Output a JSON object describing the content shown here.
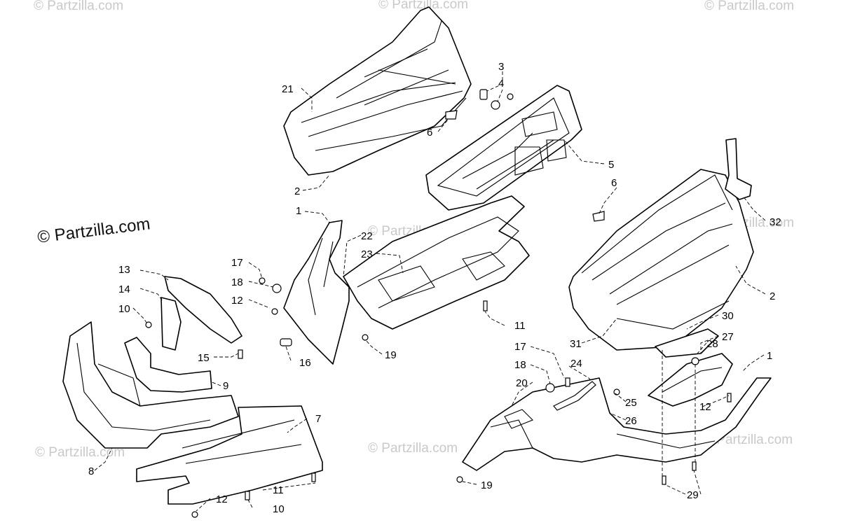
{
  "watermarks": {
    "corner": "© Partzilla.com",
    "main": "© Partzilla.com"
  },
  "callouts": [
    "1",
    "2",
    "3",
    "4",
    "5",
    "6",
    "7",
    "8",
    "9",
    "10",
    "11",
    "12",
    "13",
    "14",
    "15",
    "16",
    "17",
    "18",
    "19",
    "20",
    "21",
    "22",
    "23",
    "24",
    "25",
    "26",
    "27",
    "28",
    "29",
    "30",
    "31",
    "32"
  ]
}
